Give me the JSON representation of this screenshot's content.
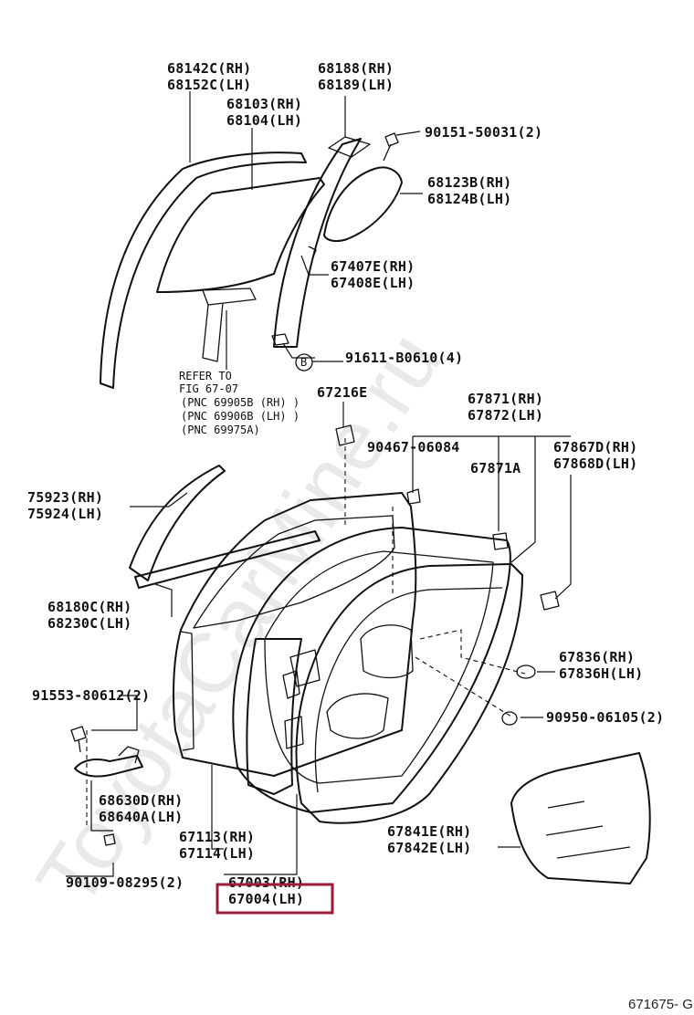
{
  "watermark": "ToyotaCarMine.ru",
  "figure_code": "671675- G",
  "callout_letter": "B",
  "refer_note": {
    "line1": "REFER TO",
    "line2": "FIG  67-07",
    "line3": "(PNC  69905B (RH) )",
    "line4": "(PNC  69906B (LH) )",
    "line5": "(PNC  69975A)"
  },
  "labels": {
    "l68142c": "68142C(RH)",
    "l68152c": "68152C(LH)",
    "l68188": "68188(RH)",
    "l68189": "68189(LH)",
    "l68103": "68103(RH)",
    "l68104": "68104(LH)",
    "l90151": "90151-50031(2)",
    "l68123b": "68123B(RH)",
    "l68124b": "68124B(LH)",
    "l67407e": "67407E(RH)",
    "l67408e": "67408E(LH)",
    "l91611": "91611-B0610(4)",
    "l67216e": "67216E",
    "l67871": "67871(RH)",
    "l67872": "67872(LH)",
    "l90467": "90467-06084",
    "l67867d": "67867D(RH)",
    "l67868d": "67868D(LH)",
    "l67871a": "67871A",
    "l75923": "75923(RH)",
    "l75924": "75924(LH)",
    "l68180c": "68180C(RH)",
    "l68230c": "68230C(LH)",
    "l67836": "67836(RH)",
    "l67836h": "67836H(LH)",
    "l91553": "91553-80612(2)",
    "l90950": "90950-06105(2)",
    "l68630d": "68630D(RH)",
    "l68640a": "68640A(LH)",
    "l67113": "67113(RH)",
    "l67114": "67114(LH)",
    "l67841e": "67841E(RH)",
    "l67842e": "67842E(LH)",
    "l90109": "90109-08295(2)",
    "l67003": "67003(RH)",
    "l67004": "67004(LH)"
  },
  "highlight_color": "#9b1c3a"
}
